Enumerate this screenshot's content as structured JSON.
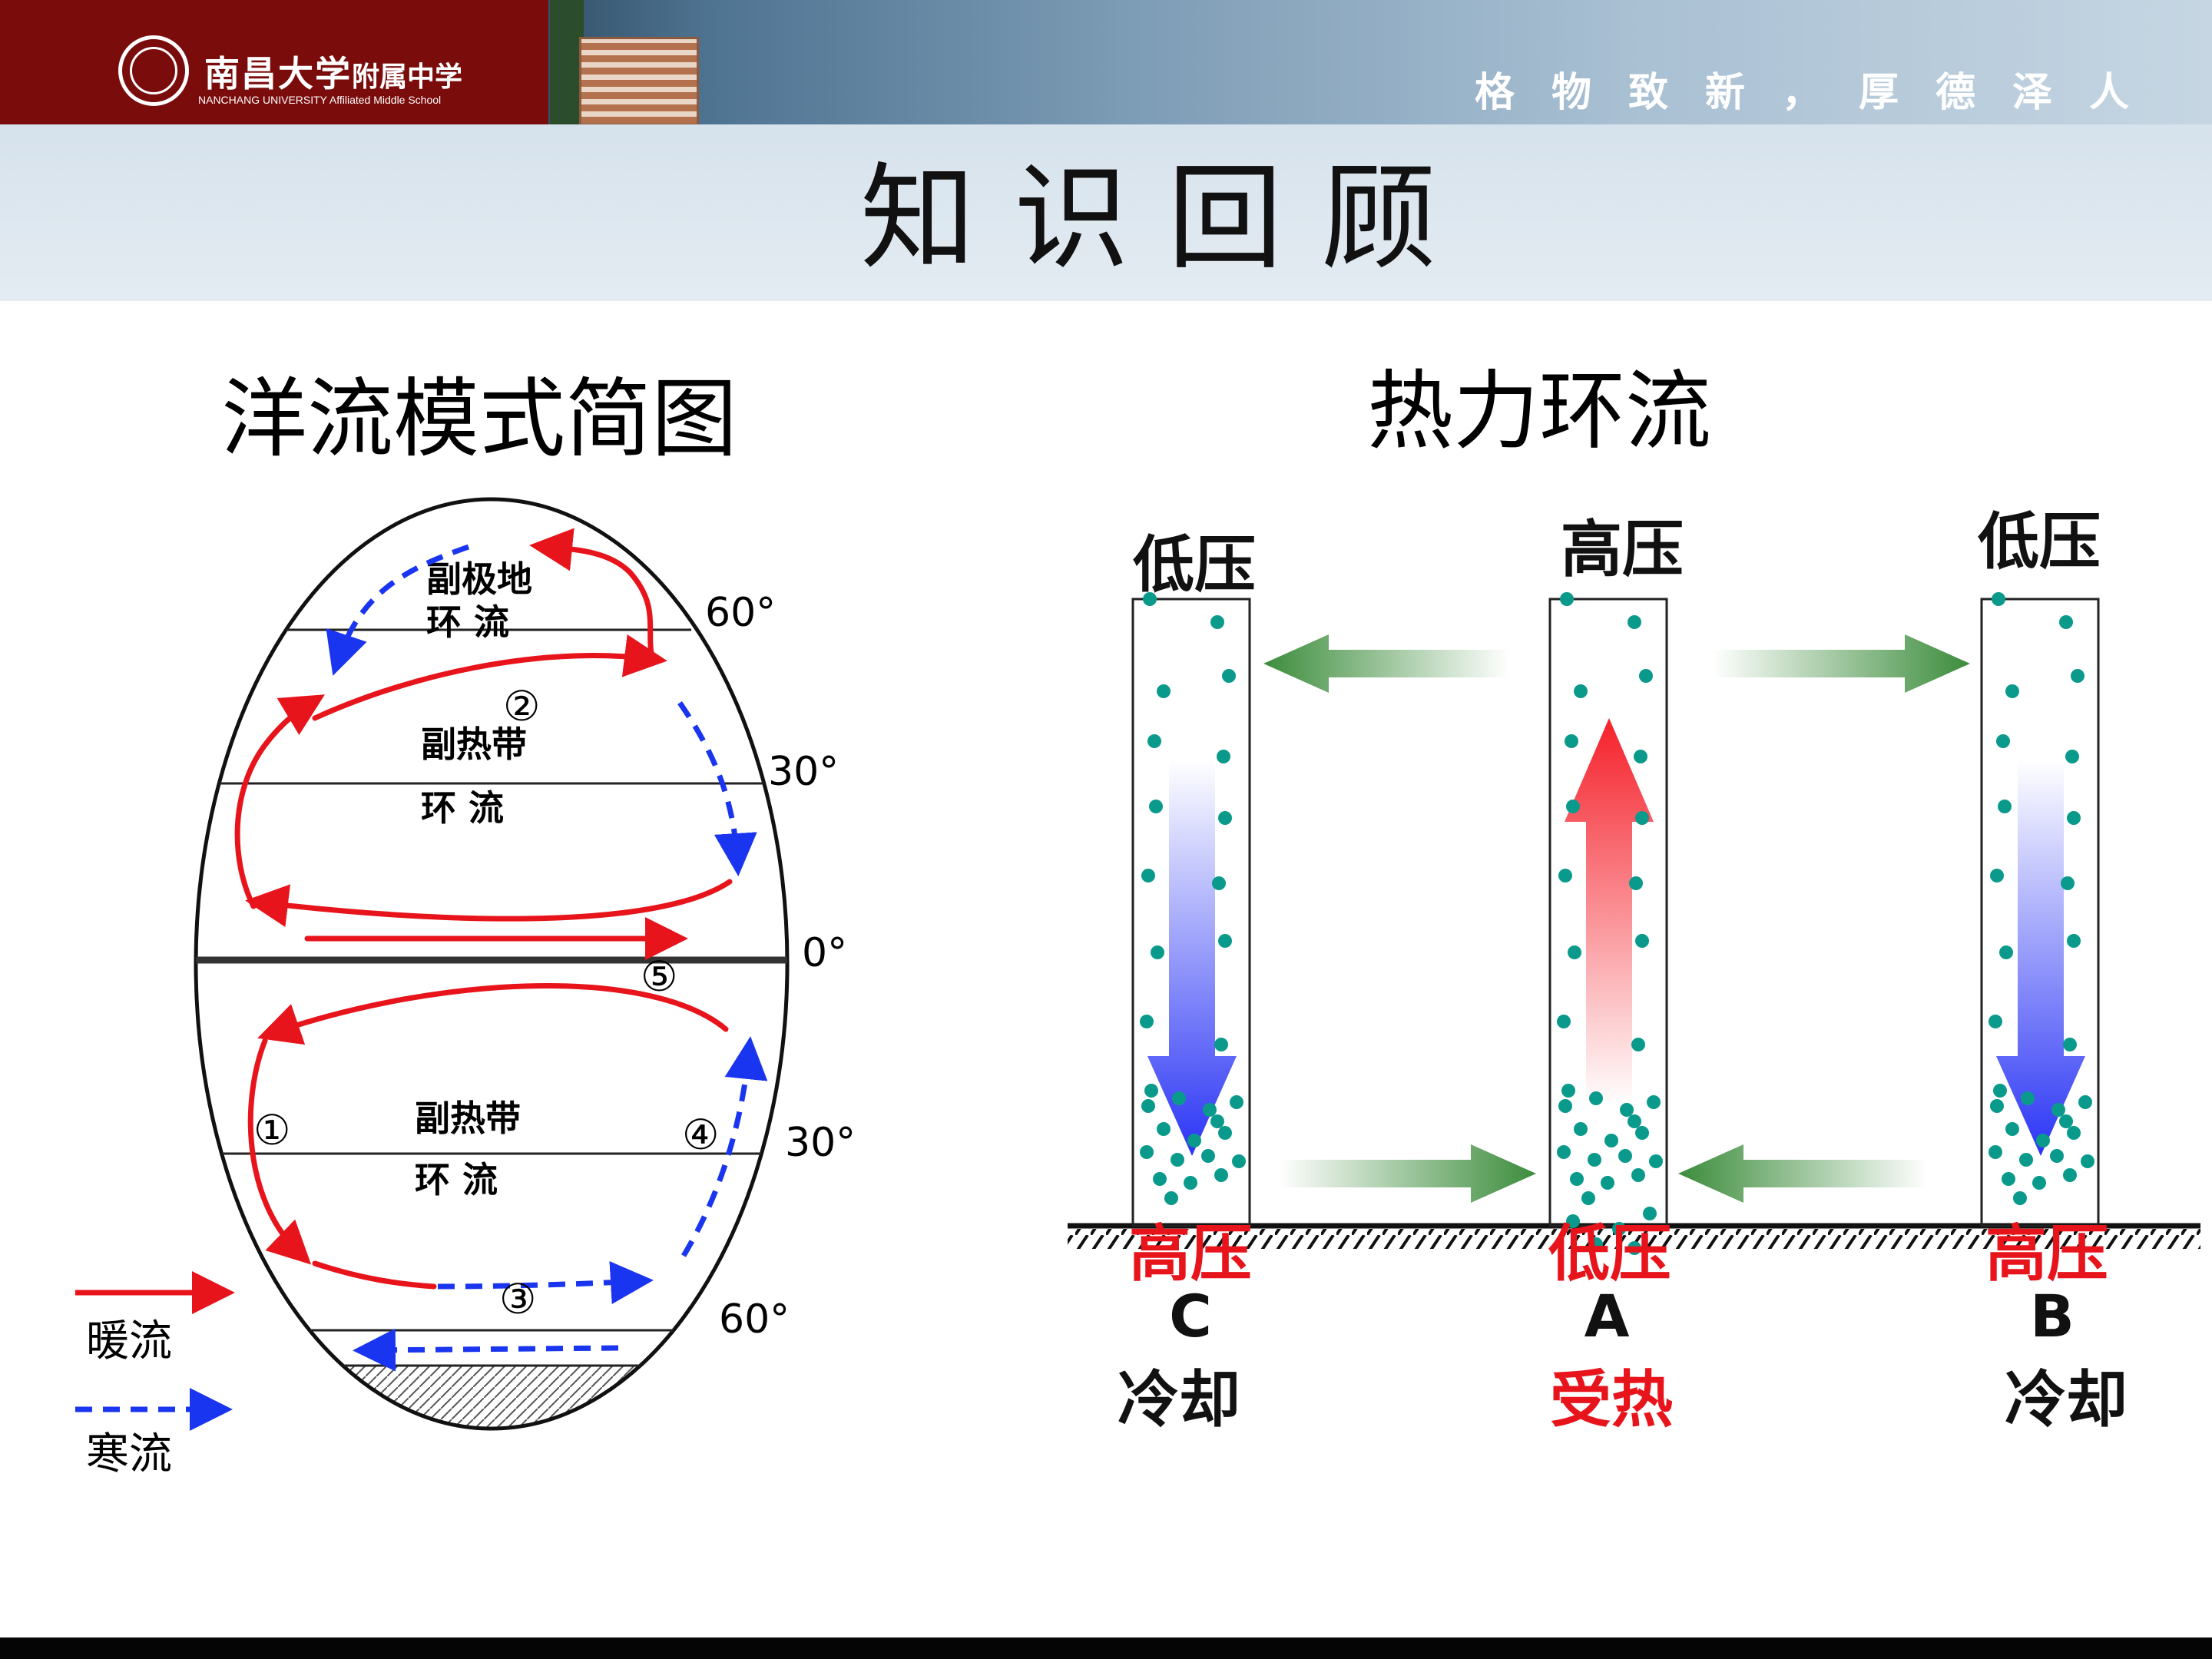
{
  "header": {
    "school_name": "南昌大学",
    "school_name_sub": "附属中学",
    "school_name_en": "NANCHANG UNIVERSITY Affiliated Middle School",
    "motto": "格物致新，厚德泽人"
  },
  "title": "知识回顾",
  "left_panel": {
    "subtitle": "洋流模式简图",
    "zones": [
      {
        "line1": "副极地",
        "line2": "环 流"
      },
      {
        "line1": "副热带",
        "line2": "环 流"
      },
      {
        "line1": "副热带",
        "line2": "环 流"
      }
    ],
    "latitudes": {
      "n60": "60°",
      "n30": "30°",
      "eq": "0°",
      "s30": "30°",
      "s60": "60°"
    },
    "markers": [
      "①",
      "②",
      "③",
      "④",
      "⑤"
    ],
    "legend": {
      "warm": "暖流",
      "cold": "寒流"
    },
    "colors": {
      "warm": "#e8141c",
      "cold": "#1a35f0"
    }
  },
  "right_panel": {
    "subtitle": "热力环流",
    "columns": [
      {
        "top": "低压",
        "bottom": "高压",
        "letter": "C",
        "state": "冷却"
      },
      {
        "top": "高压",
        "bottom": "低压",
        "letter": "A",
        "state": "受热"
      },
      {
        "top": "低压",
        "bottom": "高压",
        "letter": "B",
        "state": "冷却"
      }
    ],
    "colors": {
      "pressure_bottom": "#e8141c",
      "heated": "#e8141c",
      "dots": "#0a9a8c",
      "arrow": "#3c8c3c"
    }
  }
}
